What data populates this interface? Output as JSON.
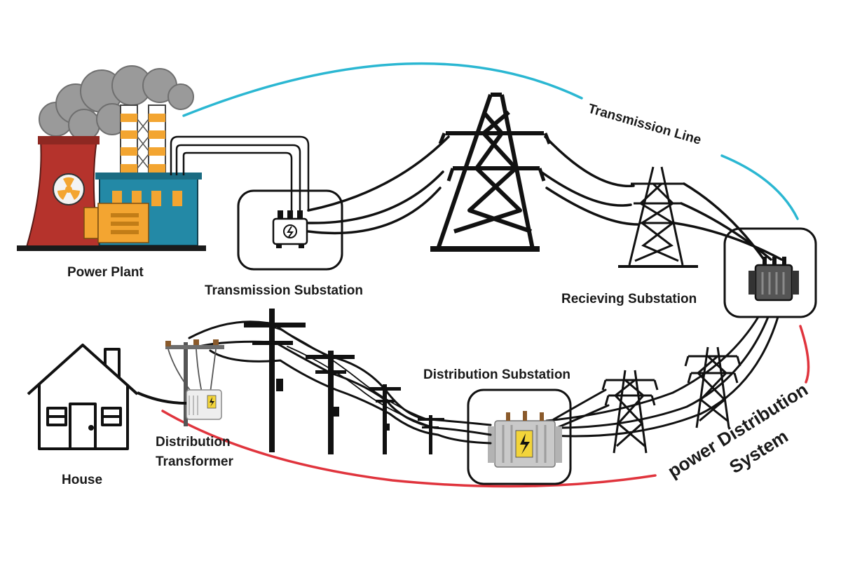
{
  "diagram": {
    "labels": {
      "power_plant": "Power Plant",
      "transmission_substation": "Transmission Substation",
      "transmission_line": "Transmission Line",
      "receiving_substation": "Recieving Substation",
      "distribution_substation": "Distribution Substation",
      "distribution_transformer_line1": "Distribution",
      "distribution_transformer_line2": "Transformer",
      "house": "House",
      "power_distribution_line1": "power Distribution",
      "power_distribution_line2": "System"
    },
    "colors": {
      "transmission_arc": "#2bb7d2",
      "distribution_arc": "#e0343d",
      "ink": "#111111",
      "plant_red": "#b5332c",
      "plant_teal": "#2389a6",
      "plant_orange": "#f3a531",
      "smoke_gray": "#9a9a9a",
      "bolt_yellow": "#f2d43a",
      "transformer_gray": "#c9c9c9"
    },
    "icons": [
      "power-plant-icon",
      "radiation-icon",
      "generator-icon",
      "step-up-transformer-icon",
      "transmission-tower-icon",
      "receiving-transformer-icon",
      "distribution-transformer-icon",
      "utility-pole-icon",
      "house-icon",
      "lightning-bolt-icon"
    ]
  }
}
